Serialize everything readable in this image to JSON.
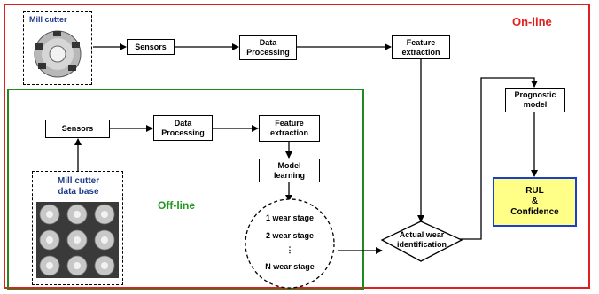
{
  "online": {
    "label": "On-line",
    "mill_cutter_label": "Mill cutter",
    "sensors": "Sensors",
    "data_processing": "Data\nProcessing",
    "feature_extraction": "Feature\nextraction",
    "prognostic_model": "Prognostic\nmodel",
    "rul": "RUL\n&\nConfidence"
  },
  "offline": {
    "label": "Off-line",
    "sensors": "Sensors",
    "data_processing": "Data\nProcessing",
    "feature_extraction": "Feature\nextraction",
    "model_learning": "Model\nlearning",
    "database_label": "Mill cutter\ndata base",
    "wear_stages": [
      "1 wear stage",
      "2 wear stage",
      "⋮",
      "N wear stage"
    ]
  },
  "actual_wear": "Actual wear\nidentification",
  "colors": {
    "online_frame": "#e02020",
    "offline_frame": "#1f8a1f",
    "online_label": "#e02020",
    "offline_label": "#1f9a1f",
    "cutter_label": "#1f3a8a",
    "rul_fill": "#ffff88",
    "rul_border": "#1a3fd0"
  }
}
